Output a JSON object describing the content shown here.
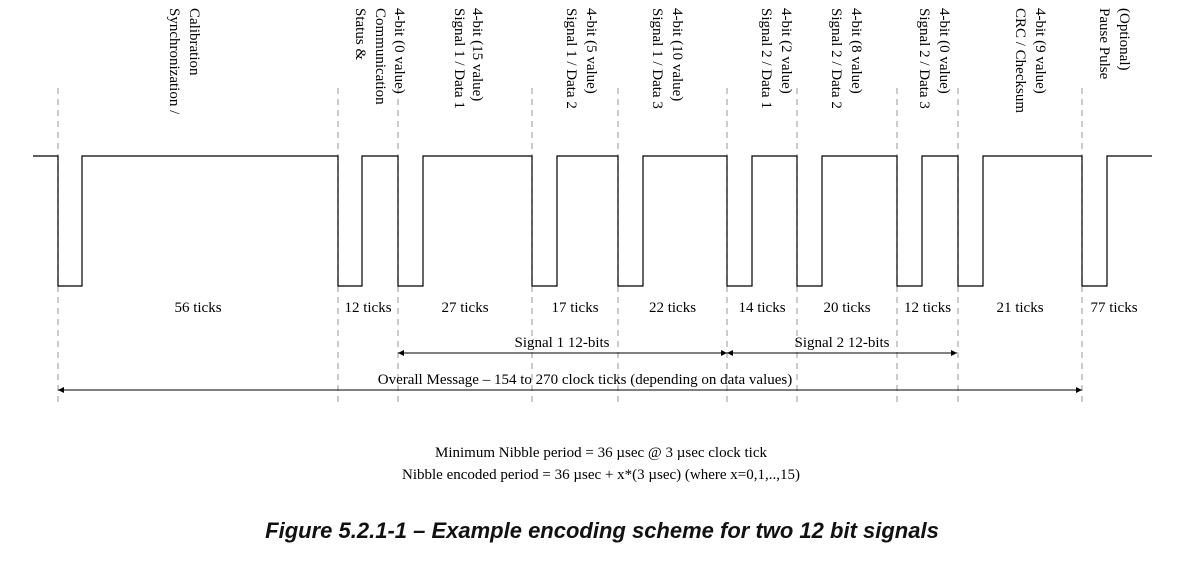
{
  "segments": [
    {
      "label": [
        "Synchronization /",
        "Calibration"
      ],
      "ticks": "56 ticks"
    },
    {
      "label": [
        "Status &",
        "Communication",
        "4-bit (0 value)"
      ],
      "ticks": "12 ticks"
    },
    {
      "label": [
        "Signal 1 / Data 1",
        "4-bit (15 value)"
      ],
      "ticks": "27 ticks"
    },
    {
      "label": [
        "Signal 1 / Data 2",
        "4-bit (5 value)"
      ],
      "ticks": "17 ticks"
    },
    {
      "label": [
        "Signal 1 / Data 3",
        "4-bit (10 value)"
      ],
      "ticks": "22 ticks"
    },
    {
      "label": [
        "Signal 2 / Data 1",
        "4-bit (2 value)"
      ],
      "ticks": "14 ticks"
    },
    {
      "label": [
        "Signal 2 / Data 2",
        "4-bit (8 value)"
      ],
      "ticks": "20 ticks"
    },
    {
      "label": [
        "Signal 2 / Data 3",
        "4-bit (0 value)"
      ],
      "ticks": "12 ticks"
    },
    {
      "label": [
        "CRC / Checksum",
        "4-bit (9 value)"
      ],
      "ticks": "21 ticks"
    },
    {
      "label": [
        "Pause Pulse",
        "(Optional)"
      ],
      "ticks": "77 ticks"
    }
  ],
  "spans": {
    "signal1": "Signal 1 12-bits",
    "signal2": "Signal 2 12-bits",
    "overall": "Overall Message – 154 to 270 clock ticks (depending on data values)"
  },
  "notes": {
    "line1": "Minimum Nibble period = 36 µsec @ 3 µsec clock tick",
    "line2": "Nibble encoded period = 36 µsec + x*(3 µsec)  (where x=0,1,..,15)"
  },
  "caption": "Figure 5.2.1-1 – Example encoding scheme for two 12 bit signals"
}
